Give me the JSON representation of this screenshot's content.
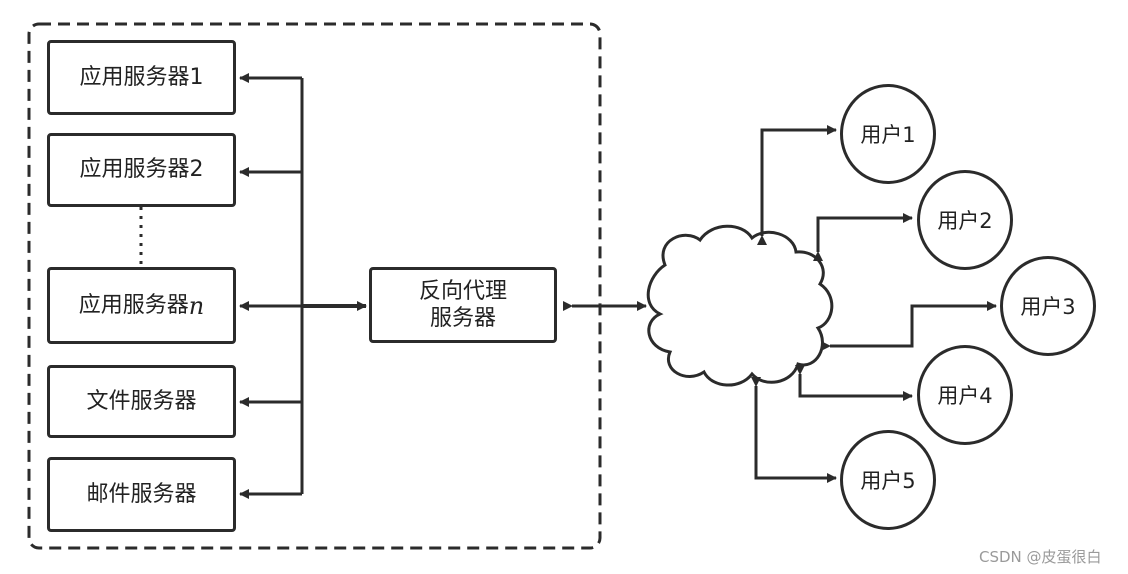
{
  "servers": [
    {
      "label": "应用服务器1"
    },
    {
      "label": "应用服务器2"
    },
    {
      "label": "应用服务器",
      "suffix": "n"
    },
    {
      "label": "文件服务器"
    },
    {
      "label": "邮件服务器"
    }
  ],
  "proxy": {
    "line1": "反向代理",
    "line2": "服务器"
  },
  "users": [
    {
      "label": "用户1"
    },
    {
      "label": "用户2"
    },
    {
      "label": "用户3"
    },
    {
      "label": "用户4"
    },
    {
      "label": "用户5"
    }
  ],
  "watermark": "CSDN @皮蛋很白"
}
